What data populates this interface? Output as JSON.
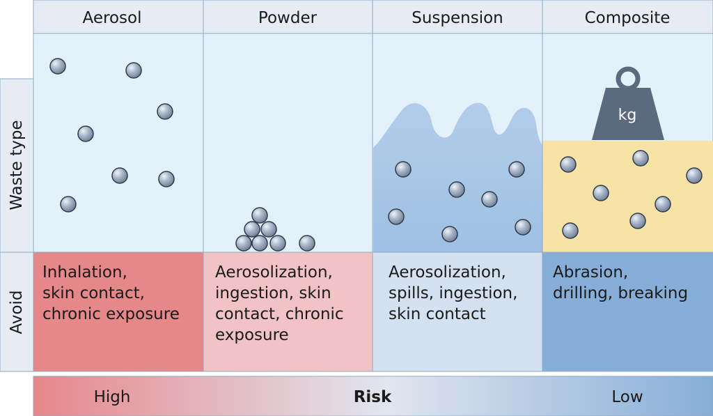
{
  "figure": {
    "columns": [
      {
        "header": "Aerosol",
        "avoid_lines": [
          "Inhalation,",
          "skin contact,",
          "chronic exposure"
        ]
      },
      {
        "header": "Powder",
        "avoid_lines": [
          "Aerosolization,",
          "ingestion, skin",
          "contact, chronic",
          "exposure"
        ]
      },
      {
        "header": "Suspension",
        "avoid_lines": [
          "Aerosolization,",
          "spills, ingestion,",
          "skin contact"
        ]
      },
      {
        "header": "Composite",
        "avoid_lines": [
          "Abrasion,",
          "drilling, breaking"
        ]
      }
    ],
    "row_labels": {
      "waste_type": "Waste type",
      "avoid": "Avoid"
    },
    "weight_label": "kg",
    "risk_bar": {
      "high": "High",
      "label": "Risk",
      "low": "Low"
    }
  },
  "colors": {
    "header_bg": "#e6ecf4",
    "waste_bg": "#e3f1fb",
    "grid_line": "#8fa8c6",
    "particle": "#8a98ad",
    "particle_edge": "#2f3b4d",
    "liquid": "#a9c6e6",
    "solid": "#f7e3a6",
    "weight": "#5c6a7f",
    "avoid_aerosol": "#e6878a",
    "avoid_powder": "#f2c3c4",
    "avoid_suspension": "#d3e1f1",
    "avoid_composite": "#87aed8",
    "risk_high": "#e6878a",
    "risk_mid": "#e1e6ef",
    "risk_low": "#87aed8"
  }
}
